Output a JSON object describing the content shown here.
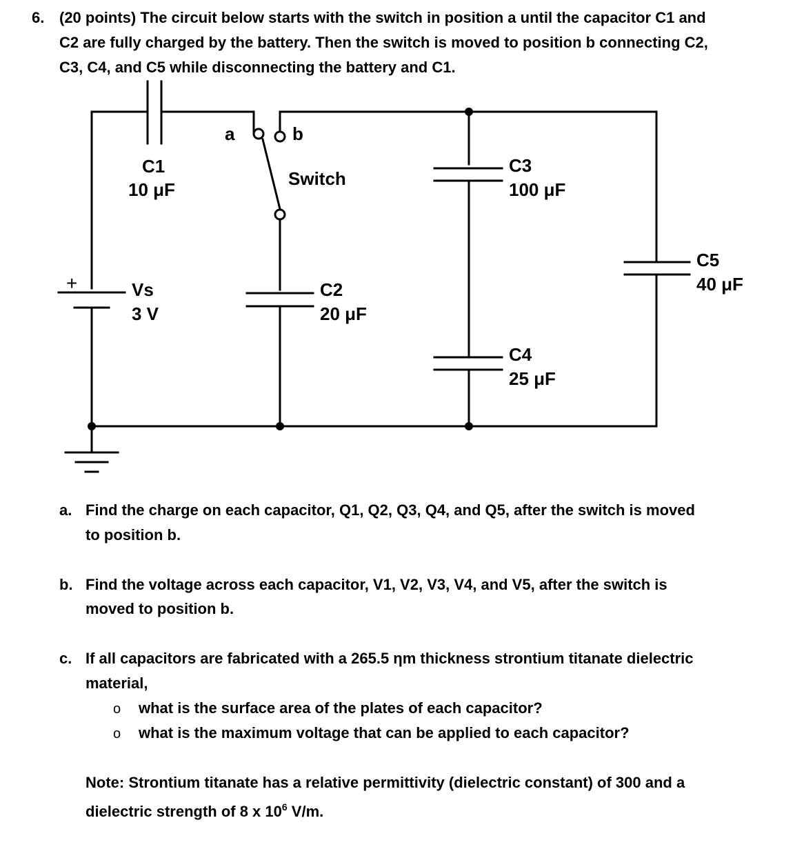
{
  "problem": {
    "number": "6.",
    "intro_lines": [
      "(20 points) The circuit below starts with the switch in position a until the capacitor C1 and",
      "C2 are fully charged by the battery. Then the switch is moved to position b connecting C2,",
      "C3, C4, and C5 while disconnecting the battery and C1."
    ]
  },
  "circuit": {
    "switch_pos_a": "a",
    "switch_pos_b": "b",
    "switch_label": "Switch",
    "battery_plus": "+",
    "c1": {
      "name": "C1",
      "value": "10 μF"
    },
    "vs": {
      "name": "Vs",
      "value": "3 V"
    },
    "c2": {
      "name": "C2",
      "value": "20 μF"
    },
    "c3": {
      "name": "C3",
      "value": "100 μF"
    },
    "c4": {
      "name": "C4",
      "value": "25 μF"
    },
    "c5": {
      "name": "C5",
      "value": "40 μF"
    }
  },
  "questions": {
    "a": {
      "marker": "a.",
      "lines": [
        "Find the charge on each capacitor, Q1, Q2, Q3, Q4, and Q5, after the switch is moved",
        "to position b."
      ]
    },
    "b": {
      "marker": "b.",
      "lines": [
        "Find the voltage across each capacitor, V1, V2, V3, V4, and V5, after the switch is",
        "moved to position b."
      ]
    },
    "c": {
      "marker": "c.",
      "lines": [
        "If all capacitors are fabricated with a 265.5 ηm thickness strontium titanate dielectric",
        "material,"
      ],
      "bullet_symbol": "o",
      "bullets": [
        "what is the surface area of the plates of each capacitor?",
        "what is the maximum voltage that can be applied to each capacitor?"
      ]
    }
  },
  "note": {
    "line1": "Note: Strontium titanate has a relative permittivity (dielectric constant) of 300 and a",
    "line2_prefix": "dielectric strength of 8 x 10",
    "line2_exponent": "6",
    "line2_suffix": " V/m."
  }
}
